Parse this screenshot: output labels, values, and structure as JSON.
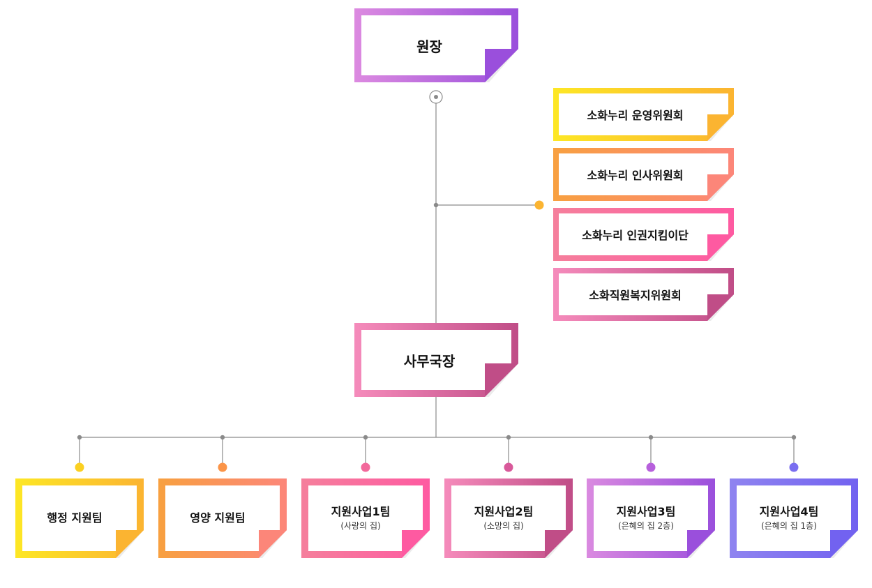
{
  "director": {
    "label": "원장"
  },
  "secretary": {
    "label": "사무국장"
  },
  "committees": [
    {
      "label": "소화누리 운영위원회",
      "from": "#fde725",
      "to": "#fbb431"
    },
    {
      "label": "소화누리 인사위원회",
      "from": "#f8a040",
      "to": "#fc8679"
    },
    {
      "label": "소화누리 인권지킴이단",
      "from": "#f57f9c",
      "to": "#fe5aa1"
    },
    {
      "label": "소화직원복지위원회",
      "from": "#f58bbb",
      "to": "#c04d87"
    }
  ],
  "teams": [
    {
      "title": "행정 지원팀",
      "sub": "",
      "from": "#fde725",
      "to": "#fbb431",
      "dot": "#fbd021"
    },
    {
      "title": "영양 지원팀",
      "sub": "",
      "from": "#f8a040",
      "to": "#fc8679",
      "dot": "#fb9447"
    },
    {
      "title": "지원사업1팀",
      "sub": "(사랑의 집)",
      "from": "#f57f9c",
      "to": "#fe5aa1",
      "dot": "#f2699b"
    },
    {
      "title": "지원사업2팀",
      "sub": "(소망의 집)",
      "from": "#f58bbb",
      "to": "#c04d87",
      "dot": "#d8599a"
    },
    {
      "title": "지원사업3팀",
      "sub": "(은혜의 집 2층)",
      "from": "#da8ae0",
      "to": "#9a4fdc",
      "dot": "#b760dc"
    },
    {
      "title": "지원사업4팀",
      "sub": "(은혜의 집 1층)",
      "from": "#8f84f0",
      "to": "#7262f0",
      "dot": "#7a6ef0"
    }
  ],
  "colors": {
    "director_from": "#dc8ae0",
    "director_to": "#9a4fdc",
    "secretary_from": "#f58bbb",
    "secretary_to": "#c04d87",
    "connector_dot": "#fbb431",
    "line": "#8a8a8a"
  }
}
